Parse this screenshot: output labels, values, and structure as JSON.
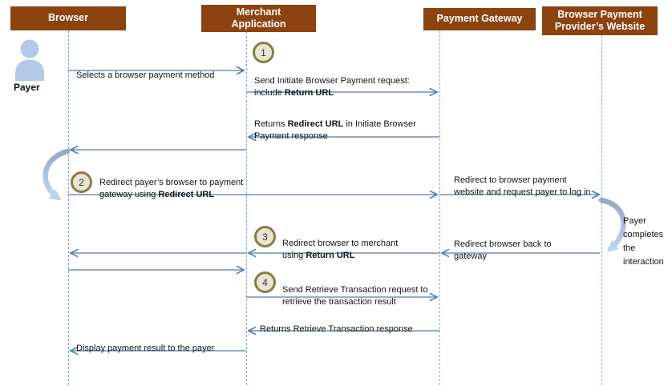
{
  "diagram": {
    "title_hint": "Browser payment sequence diagram",
    "actors": [
      {
        "id": "browser",
        "label": "Browser"
      },
      {
        "id": "merchant",
        "label": "Merchant\nApplication"
      },
      {
        "id": "gateway",
        "label": "Payment Gateway"
      },
      {
        "id": "provider",
        "label": "Browser Payment\nProvider’s Website"
      }
    ],
    "payer": {
      "label": "Payer",
      "icon": "person-icon"
    },
    "steps": [
      {
        "n": "1"
      },
      {
        "n": "2"
      },
      {
        "n": "3"
      },
      {
        "n": "4"
      }
    ],
    "messages": {
      "select_method": {
        "text": "Selects a browser payment method"
      },
      "initiate_request": {
        "pre": "Send Initiate Browser Payment request:\ninclude ",
        "bold": "Return URL"
      },
      "initiate_response": {
        "pre": "Returns ",
        "bold": "Redirect URL",
        "post": " in Initiate Browser\nPayment response"
      },
      "redirect_to_gateway": {
        "pre": "Redirect payer’s browser to payment\ngateway using ",
        "bold": "Redirect URL"
      },
      "redirect_to_provider": {
        "text": "Redirect to browser payment\nwebsite and request payer to log in"
      },
      "payer_completes": {
        "text": "Payer\ncompletes\nthe\ninteraction"
      },
      "redirect_back": {
        "text": "Redirect browser back to\ngateway"
      },
      "redirect_to_merchant": {
        "pre": "Redirect browser to merchant\nusing ",
        "bold": "Return URL"
      },
      "retrieve_request": {
        "text": "Send Retrieve Transaction request to\nretrieve the transaction result"
      },
      "retrieve_response": {
        "text": "Returns Retrieve Transaction response"
      },
      "display_result": {
        "text": "Display payment result to the payer"
      }
    },
    "icons": {
      "payer": "person-icon",
      "browser_redirect": "curved-arrow-icon",
      "payer_interaction": "curved-arrow-icon"
    },
    "colors": {
      "header_bg": "#8C4310",
      "header_text": "#FFFFFF",
      "arrow": "#4A7CB8",
      "lifeline": "#7FA8DC",
      "step_ring": "#8A7B47",
      "step_fill": "#E9E5D3",
      "curve_dark": "#91A9C7",
      "curve_light": "#C0D5EC",
      "payer_icon": "#B3C9EA"
    }
  }
}
